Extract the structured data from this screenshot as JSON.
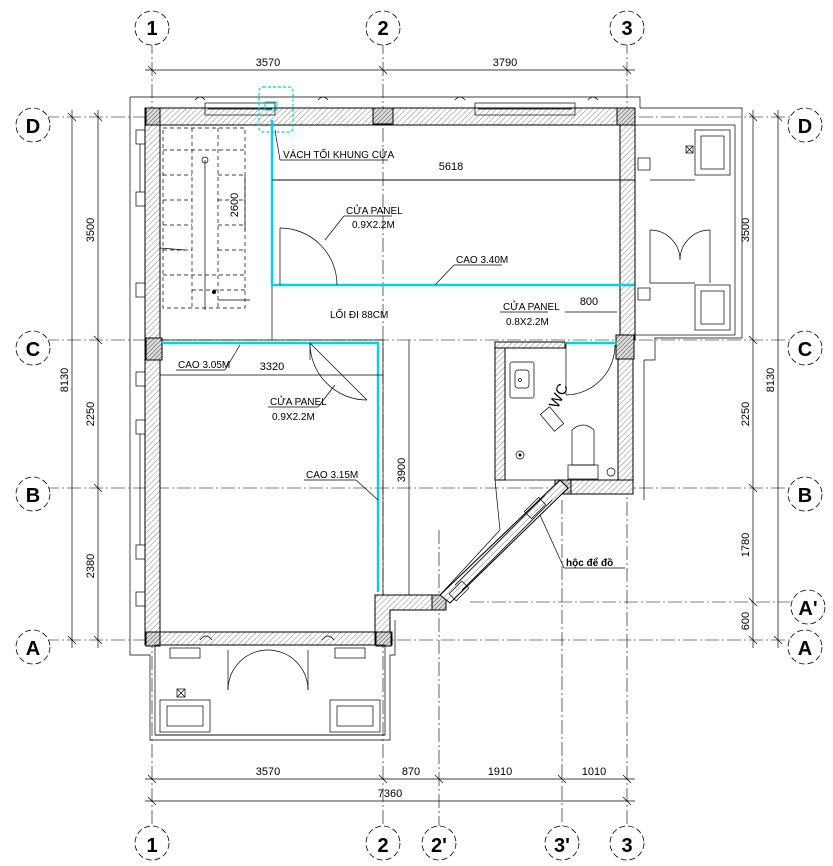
{
  "grid": {
    "vertical_top": [
      "1",
      "2",
      "3"
    ],
    "vertical_bottom": [
      "1",
      "2",
      "2'",
      "3'",
      "3"
    ],
    "horizontal_left": [
      "D",
      "C",
      "B",
      "A"
    ],
    "horizontal_right": [
      "D",
      "C",
      "B",
      "A'",
      "A"
    ]
  },
  "dimensions": {
    "top": [
      "3570",
      "3790"
    ],
    "bottom_row1": [
      "3570",
      "870",
      "1910",
      "1010"
    ],
    "bottom_total": "7360",
    "left_segments": [
      "3500",
      "2250",
      "2380"
    ],
    "left_total": "8130",
    "right_segments": [
      "3500",
      "2250",
      "1780",
      "600"
    ],
    "right_total": "8130",
    "interior": {
      "stair_2600": "2600",
      "room_5618": "5618",
      "room_3320": "3320",
      "room_3900": "3900",
      "wc_800": "800"
    }
  },
  "notes": {
    "partition": "VÁCH TỐI KHUNG CỬA",
    "door_top_label": "CỬA PANEL",
    "door_top_size": "0.9X2.2M",
    "ceiling_340": "CAO 3.40M",
    "corridor": "LỐI ĐI 88CM",
    "door_wc_label": "CỬA PANEL",
    "door_wc_size": "0.8X2.2M",
    "ceiling_305": "CAO 3.05M",
    "door_left_label": "CỬA PANEL",
    "door_left_size": "0.9X2.2M",
    "ceiling_315": "CAO 3.15M",
    "wc": "WC",
    "niche": "hộc để đồ"
  },
  "colors": {
    "partition_highlight": "#00d0e8",
    "lines": "#000000",
    "background": "#ffffff"
  }
}
